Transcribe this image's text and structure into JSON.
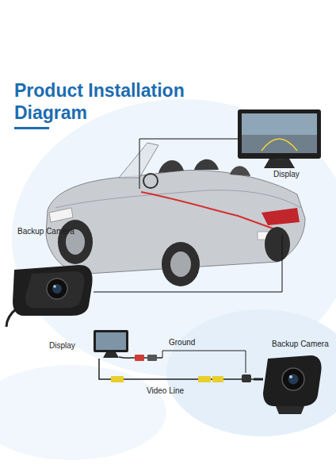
{
  "diagram": {
    "title": "Product Installation Diagram",
    "labels": [
      "Display",
      "Backup Camera",
      "Display",
      "Ground",
      "Video Line",
      "Backup Camera"
    ]
  }
}
